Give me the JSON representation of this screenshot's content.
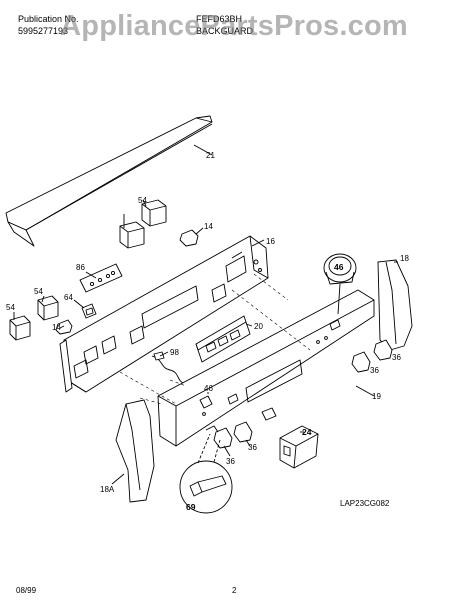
{
  "header": {
    "pub_label": "Publication No.",
    "pub_number": "5995277193",
    "model": "FEFD63BH",
    "section": "BACKGUARD"
  },
  "watermark": "AppliancePartsPros.com",
  "callouts": [
    {
      "id": "21",
      "text": "21"
    },
    {
      "id": "54a",
      "text": "54"
    },
    {
      "id": "14a",
      "text": "14"
    },
    {
      "id": "16",
      "text": "16"
    },
    {
      "id": "86",
      "text": "86"
    },
    {
      "id": "54b",
      "text": "54"
    },
    {
      "id": "54c",
      "text": "54"
    },
    {
      "id": "64",
      "text": "64"
    },
    {
      "id": "14b",
      "text": "14"
    },
    {
      "id": "20",
      "text": "20"
    },
    {
      "id": "98",
      "text": "98"
    },
    {
      "id": "46a",
      "text": "46"
    },
    {
      "id": "18",
      "text": "18"
    },
    {
      "id": "36a",
      "text": "36"
    },
    {
      "id": "36b",
      "text": "36"
    },
    {
      "id": "46b",
      "text": "46"
    },
    {
      "id": "19",
      "text": "19"
    },
    {
      "id": "24",
      "text": "24"
    },
    {
      "id": "36c",
      "text": "36"
    },
    {
      "id": "36d",
      "text": "36"
    },
    {
      "id": "18A",
      "text": "18A"
    },
    {
      "id": "69",
      "text": "69"
    }
  ],
  "diagram_code": "LAP23CG082",
  "footer": {
    "date": "08/99",
    "page": "2"
  }
}
